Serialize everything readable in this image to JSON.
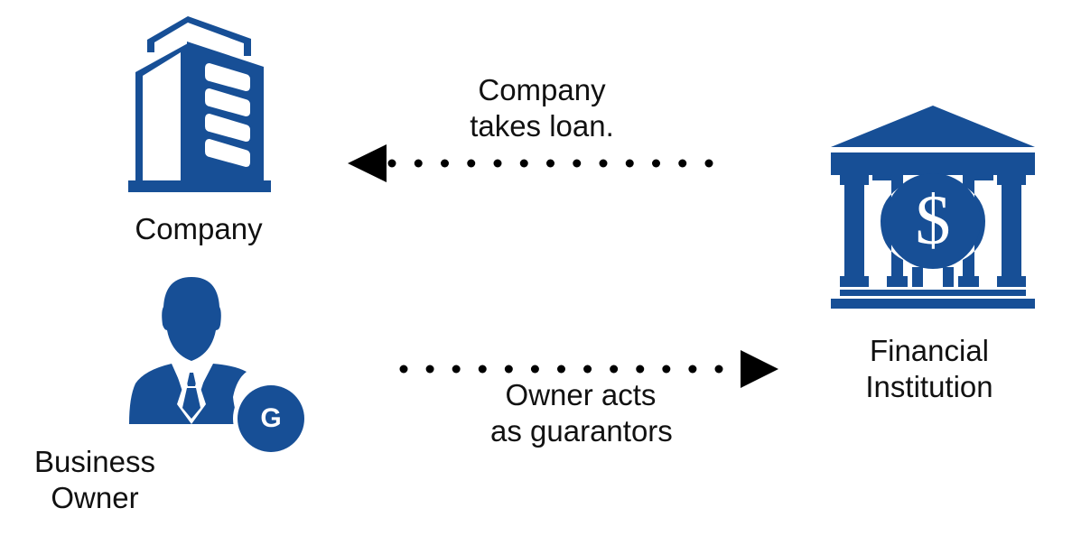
{
  "diagram": {
    "title": "Personal guarantee loan relationship",
    "colors": {
      "icon_blue": "#174F96",
      "arrow": "#000000",
      "text": "#111111"
    },
    "nodes": {
      "company": {
        "icon": "office-building-icon",
        "label": "Company"
      },
      "owner": {
        "icon": "businessman-icon",
        "badge_icon": "guarantor-badge-icon",
        "badge_letter": "G",
        "label_line1": "Business",
        "label_line2": "Owner"
      },
      "bank": {
        "icon": "bank-building-icon",
        "symbol": "$",
        "label_line1": "Financial",
        "label_line2": "Institution"
      }
    },
    "edges": [
      {
        "from": "Financial Institution",
        "to": "Company",
        "style": "dotted",
        "direction": "left",
        "label_line1": "Company",
        "label_line2": "takes loan."
      },
      {
        "from": "Business Owner",
        "to": "Financial Institution",
        "style": "dotted",
        "direction": "right",
        "label_line1": "Owner acts",
        "label_line2": "as guarantors"
      }
    ]
  }
}
